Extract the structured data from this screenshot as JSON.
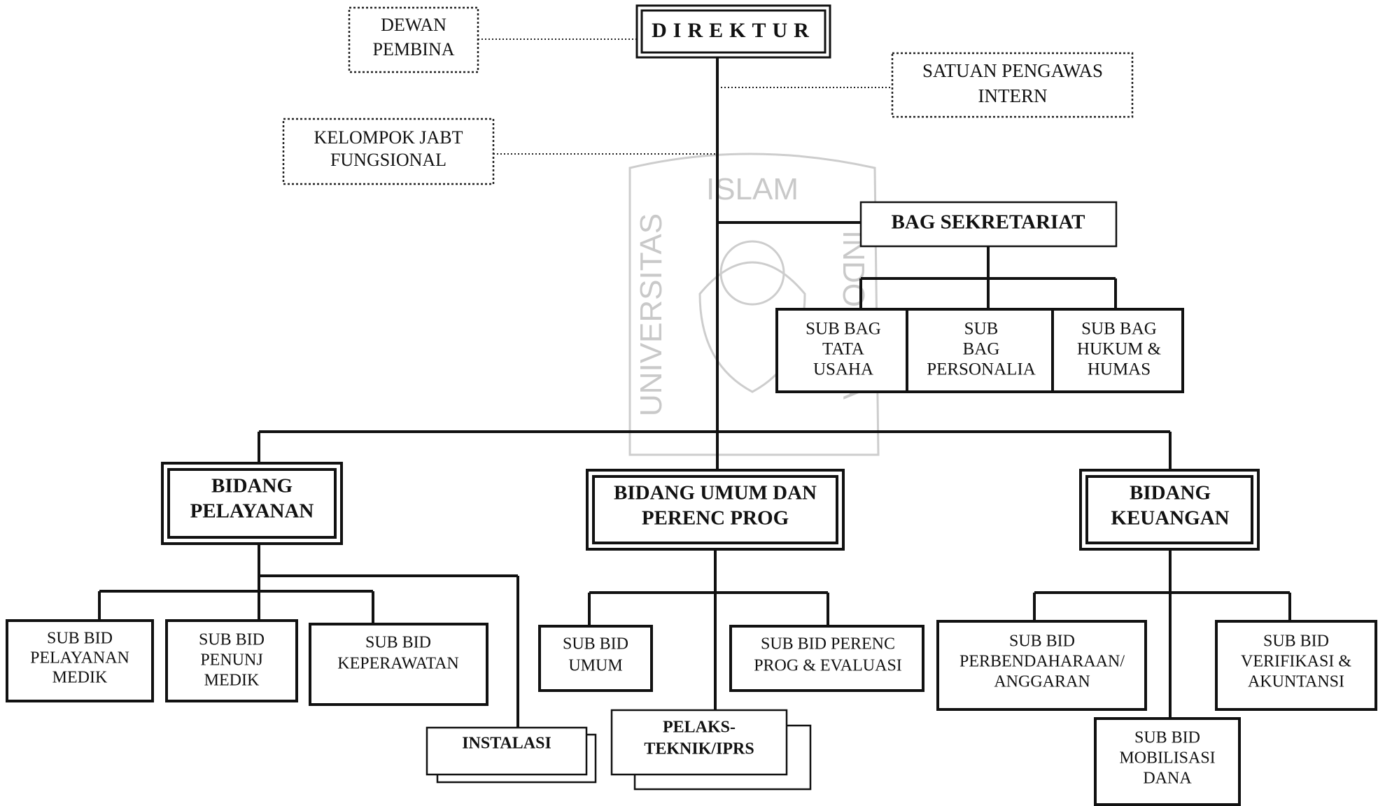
{
  "nodes": {
    "direktur": [
      "DIREKTUR"
    ],
    "dewan_pembina": [
      "DEWAN",
      "PEMBINA"
    ],
    "satuan_pengawas": [
      "SATUAN PENGAWAS",
      "INTERN"
    ],
    "kelompok_jabt": [
      "KELOMPOK JABT",
      "FUNGSIONAL"
    ],
    "bag_sekretariat": [
      "BAG SEKRETARIAT"
    ],
    "sub_bag_tata_usaha": [
      "SUB BAG",
      "TATA",
      "USAHA"
    ],
    "sub_bag_personalia": [
      "SUB",
      "BAG",
      "PERSONALIA"
    ],
    "sub_bag_hukum_humas": [
      "SUB BAG",
      "HUKUM &",
      "HUMAS"
    ],
    "bidang_pelayanan": [
      "BIDANG",
      "PELAYANAN"
    ],
    "bidang_umum": [
      "BIDANG UMUM DAN",
      "PERENC PROG"
    ],
    "bidang_keuangan": [
      "BIDANG",
      "KEUANGAN"
    ],
    "sub_bid_pelayanan_medik": [
      "SUB BID",
      "PELAYANAN",
      "MEDIK"
    ],
    "sub_bid_penunj_medik": [
      "SUB BID",
      "PENUNJ",
      "MEDIK"
    ],
    "sub_bid_keperawatan": [
      "SUB BID",
      "KEPERAWATAN"
    ],
    "instalasi": [
      "INSTALASI"
    ],
    "sub_bid_umum": [
      "SUB BID",
      "UMUM"
    ],
    "sub_bid_perenc": [
      "SUB BID PERENC",
      "PROG & EVALUASI"
    ],
    "pelaks_teknik": [
      "PELAKS-",
      "TEKNIK/IPRS"
    ],
    "sub_bid_perbendaharaan": [
      "SUB BID",
      "PERBENDAHARAAN/",
      "ANGGARAN"
    ],
    "sub_bid_verifikasi": [
      "SUB BID",
      "VERIFIKASI &",
      "AKUNTANSI"
    ],
    "sub_bid_mobilisasi": [
      "SUB BID",
      "MOBILISASI",
      "DANA"
    ]
  },
  "watermark": {
    "top": "ISLAM",
    "left": "UNIVERSITAS",
    "right": "INDONESIA"
  }
}
